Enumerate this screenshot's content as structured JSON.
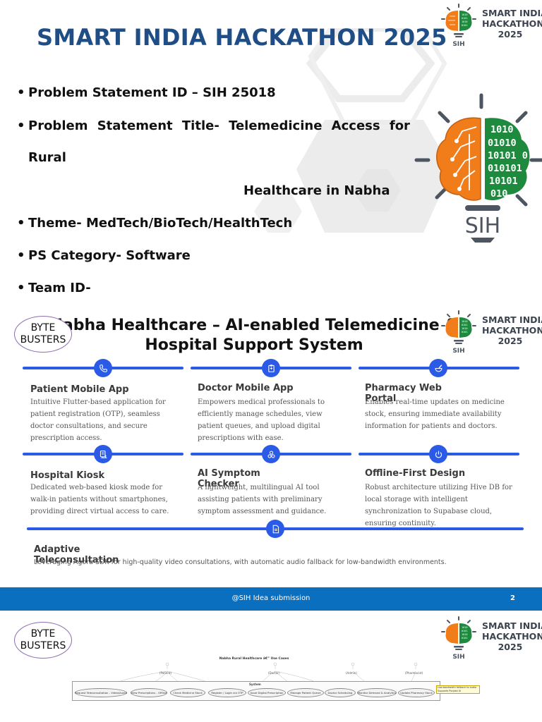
{
  "slide1": {
    "title": "SMART INDIA HACKATHON 2025",
    "logo_text": [
      "SMART INDIA",
      "HACKATHON",
      "2025"
    ],
    "logo_mark": "SIH",
    "bullet_glyph": "•",
    "bullets": [
      "Problem Statement ID – SIH 25018",
      "Problem Statement Title- Telemedicine Access for",
      "Theme- MedTech/BioTech/HealthTech",
      "PS Category- Software",
      "Team ID-"
    ],
    "title_cont_1": "Rural",
    "title_cont_2": "Healthcare in Nabha",
    "binary_lines": [
      "1010",
      "01010",
      "10101 0",
      "010101",
      "10101",
      "010"
    ],
    "colors": {
      "title": "#1f4e87",
      "brain_orange": "#f07d1a",
      "brain_green": "#1d8a3e",
      "bulb_grey": "#4d5560"
    }
  },
  "slide2": {
    "badge": [
      "BYTE",
      "BUSTERS"
    ],
    "title": "Nabha Healthcare – AI-enabled Telemedicine & Hospital Support System",
    "accent_color": "#2b5ae6",
    "features": [
      {
        "title": "Patient Mobile App",
        "icon": "phone-icon",
        "description": "Intuitive Flutter-based application for patient registration (OTP), seamless doctor consultations, and secure prescription access."
      },
      {
        "title": "Doctor Mobile App",
        "icon": "clipboard-icon",
        "description": "Empowers medical professionals to efficiently manage schedules, view patient queues, and upload digital prescriptions with ease."
      },
      {
        "title": "Pharmacy Web Portal",
        "icon": "mortar-pestle-icon",
        "description": "Enables real-time updates on medicine stock, ensuring immediate availability information for patients and doctors."
      },
      {
        "title": "Hospital Kiosk",
        "icon": "kiosk-icon",
        "description": "Dedicated web-based kiosk mode for walk-in patients without smartphones, providing direct virtual access to care."
      },
      {
        "title": "AI Symptom Checker",
        "icon": "ai-brain-icon",
        "description": "A lightweight, multilingual AI tool assisting patients with preliminary symptom assessment and guidance."
      },
      {
        "title": "Offline-First Design",
        "icon": "power-icon",
        "description": "Robust architecture utilizing Hive DB for local storage with intelligent synchronization to Supabase cloud, ensuring continuity."
      }
    ],
    "wide_feature": {
      "title": "Adaptive Teleconsultation",
      "icon": "document-icon",
      "description": "Leveraging Agora SDK for high-quality video consultations, with automatic audio fallback for low-bandwidth environments."
    },
    "footer_text": "@SIH Idea submission",
    "page_number": "2",
    "footer_color": "#0b6fbf"
  },
  "slide3": {
    "badge": [
      "BYTE",
      "BUSTERS"
    ],
    "diagram": {
      "title": "Nabha Rural Healthcare â€” Use Cases",
      "actors": [
        "(Patient)",
        "(Doctor)",
        "(Admin)",
        "(Pharmacist)"
      ],
      "system_label": "System",
      "use_cases": [
        "Request Teleconsultation - Video/Audio",
        "View Prescriptions - Offline",
        "Check Medicine Stock",
        "Register / Login via OTP",
        "Issue Digital Prescription",
        "Manage Patient Queue",
        "Doctor Scheduling",
        "Monitor Demand & Analytics",
        "Update Pharmacy Stock"
      ],
      "note": "Low-bandwidth fallback to audio Supports Punjabi UI"
    }
  }
}
